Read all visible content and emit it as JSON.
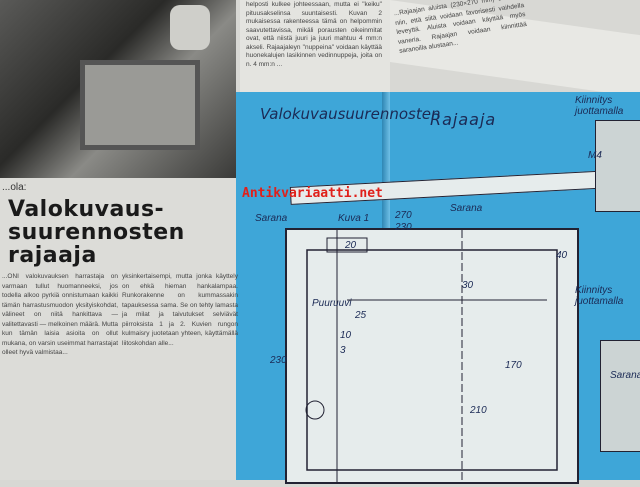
{
  "article": {
    "kicker": "...ola:",
    "title_lines": [
      "Valokuvaus-",
      "suurennosten",
      "rajaaja"
    ],
    "col_a": "...ONI valokuvauksen harrastaja on varmaan tullut huomanneeksi, jos todella alkoo pyrkiä onnistumaan kaikki tämän harrastusmuodon yksityiskohdat, välineet on niitä hankittava — valitettavasti — melkoinen määrä. Mutta kun tämän laisia asioita on ollut mukana, on varsin useimmat harrastajat olleet hyvä valmistaa...",
    "col_b": "yksinkertaisempi, mutta jonka käyttely on ehkä hieman hankalampaa. Runkorakenne on kummassakin tapauksessa sama. Se on tehty lamasta ja milat ja taivutukset selviävät piirroksista 1 ja 2. Kuvien rungon kulmaisry juotetaan yhteen, käyttämällä liitoskohdan alle...",
    "col_c": "helposti kulkee johteessaan, mutta ei \"keiku\" pituusakselinsa suuntaisesti. Kuvan 2 mukaisessa rakenteessa tämä on helpommin saavutettavissa, mikäli porausten oikeinmitat ovat, että niistä juuri ja juuri mahtuu 4 mm:n akseli. Rajaajaleyn \"nuppeina\" voidaan käyttää huonekalujen lasikinnen vedinnuppeja, joita on n. 4 mm:n ...",
    "col_d": "...Rajaajan aluista (230×270 mm) on tehty niin, että siitä voidaan favorisesti vaihdella leveyttä. Aluista voidaan käyttää myös vaneria. Rajaajan voidaan kiinnittää saranoilla alustaan..."
  },
  "drawing": {
    "title_1": "Valokuvausuurennosten",
    "title_2": "Rajaaja",
    "labels": [
      "Sarana",
      "Kuva 1",
      "270",
      "230",
      "Sarana",
      "Puuruuvi",
      "M4",
      "Kiinnitys juottamalla",
      "Kiinnitys juottamalla",
      "Sarana",
      "210",
      "170",
      "230",
      "40",
      "30",
      "20",
      "10",
      "3",
      "25"
    ]
  },
  "watermark": "Antikvariaatti.net"
}
